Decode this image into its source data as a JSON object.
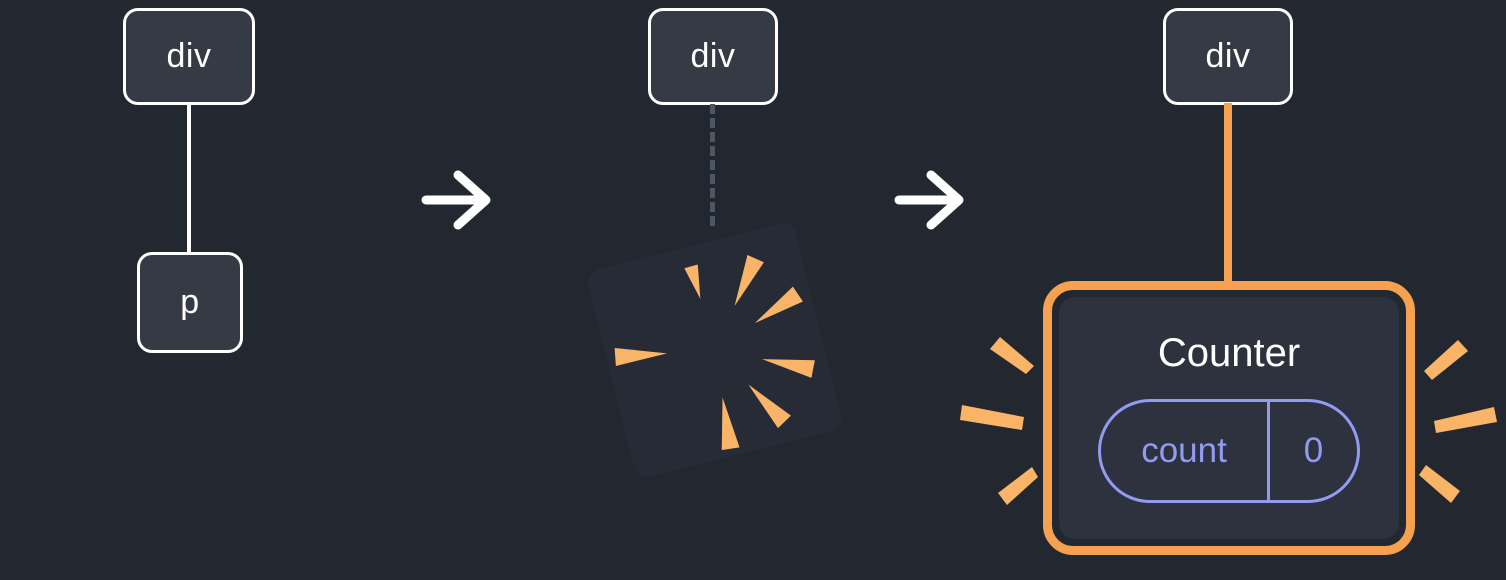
{
  "colors": {
    "page_bg": "#23272f",
    "box_fill": "#353a45",
    "box_border": "#ffffff",
    "text_white": "#ffffff",
    "dashed_gray": "#4d5663",
    "accent_orange": "#f5a14f",
    "spark_orange": "#f9b467",
    "pill_lavender": "#929bf2",
    "panel_fill": "#2d323e",
    "explosion_fill": "#262b35",
    "arrow_white": "#ffffff"
  },
  "icons": {
    "arrow": "arrow-right-icon",
    "explosion": "poof-explosion-icon",
    "sparks": "emphasis-spark-marks-icon"
  },
  "steps": {
    "before": {
      "parent": "div",
      "child": "p"
    },
    "transition": {
      "parent": "div"
    },
    "after": {
      "parent": "div",
      "component": {
        "title": "Counter",
        "state_label": "count",
        "state_value": "0"
      }
    }
  }
}
